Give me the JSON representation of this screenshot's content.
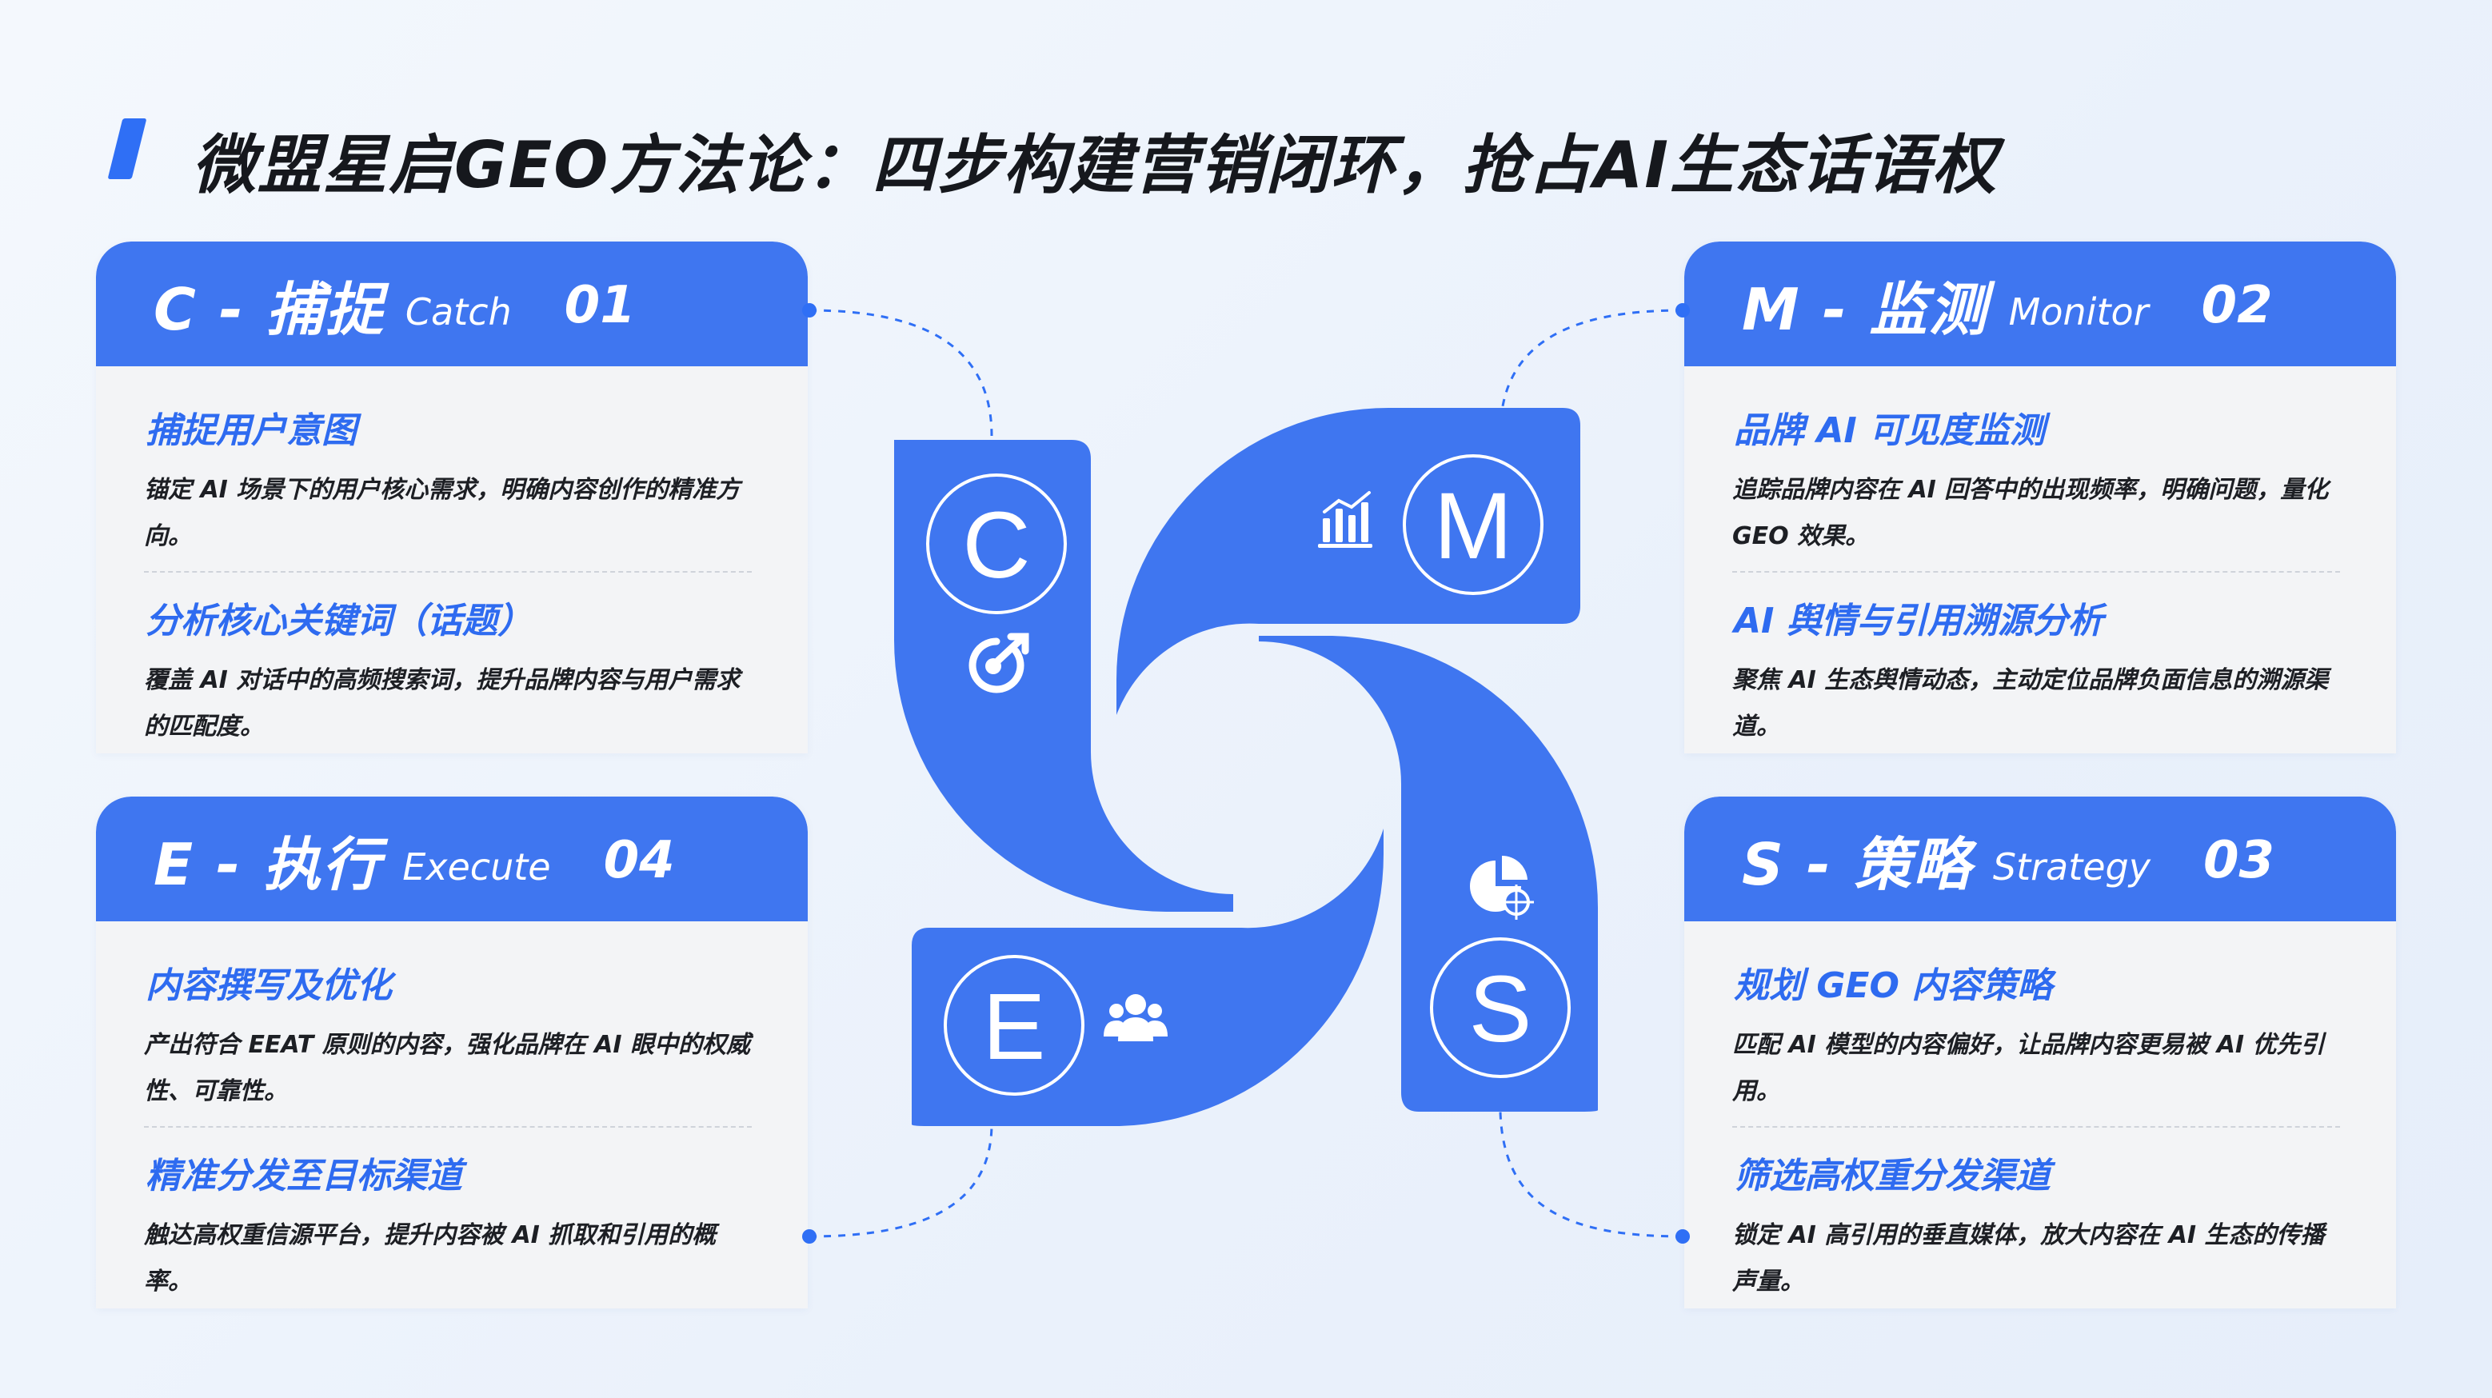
{
  "title": "微盟星启GEO方法论：四步构建营销闭环，抢占AI生态话语权",
  "colors": {
    "accent": "#3f76f0",
    "accent_dark": "#2e6bf0",
    "card_bg": "#f3f4f6",
    "connector": "#2f6ff5"
  },
  "cards": {
    "c": {
      "title": "C - 捕捉",
      "en": "Catch",
      "num": "01",
      "items": [
        {
          "title": "捕捉用户意图",
          "desc": "锚定 AI 场景下的用户核心需求，明确内容创作的精准方向。"
        },
        {
          "title": "分析核心关键词（话题）",
          "desc": "覆盖 AI 对话中的高频搜索词，提升品牌内容与用户需求的匹配度。"
        }
      ]
    },
    "m": {
      "title": "M - 监测",
      "en": "Monitor",
      "num": "02",
      "items": [
        {
          "title": "品牌 AI 可见度监测",
          "desc": "追踪品牌内容在 AI 回答中的出现频率，明确问题，量化 GEO 效果。"
        },
        {
          "title": "AI 舆情与引用溯源分析",
          "desc": "聚焦 AI 生态舆情动态，主动定位品牌负面信息的溯源渠道。"
        }
      ]
    },
    "e": {
      "title": "E - 执行",
      "en": "Execute",
      "num": "04",
      "items": [
        {
          "title": "内容撰写及优化",
          "desc": "产出符合 EEAT 原则的内容，强化品牌在 AI 眼中的权威性、可靠性。"
        },
        {
          "title": "精准分发至目标渠道",
          "desc": "触达高权重信源平台，提升内容被 AI 抓取和引用的概率。"
        }
      ]
    },
    "s": {
      "title": "S - 策略",
      "en": "Strategy",
      "num": "03",
      "items": [
        {
          "title": "规划 GEO 内容策略",
          "desc": "匹配 AI 模型的内容偏好，让品牌内容更易被 AI 优先引用。"
        },
        {
          "title": "筛选高权重分发渠道",
          "desc": "锁定 AI 高引用的垂直媒体，放大内容在 AI 生态的传播声量。"
        }
      ]
    }
  },
  "wheel": {
    "letters": {
      "c": "C",
      "m": "M",
      "s": "S",
      "e": "E"
    },
    "icons": {
      "c": "target-refresh-icon",
      "m": "bar-chart-icon",
      "s": "pie-chart-target-icon",
      "e": "users-icon"
    }
  }
}
